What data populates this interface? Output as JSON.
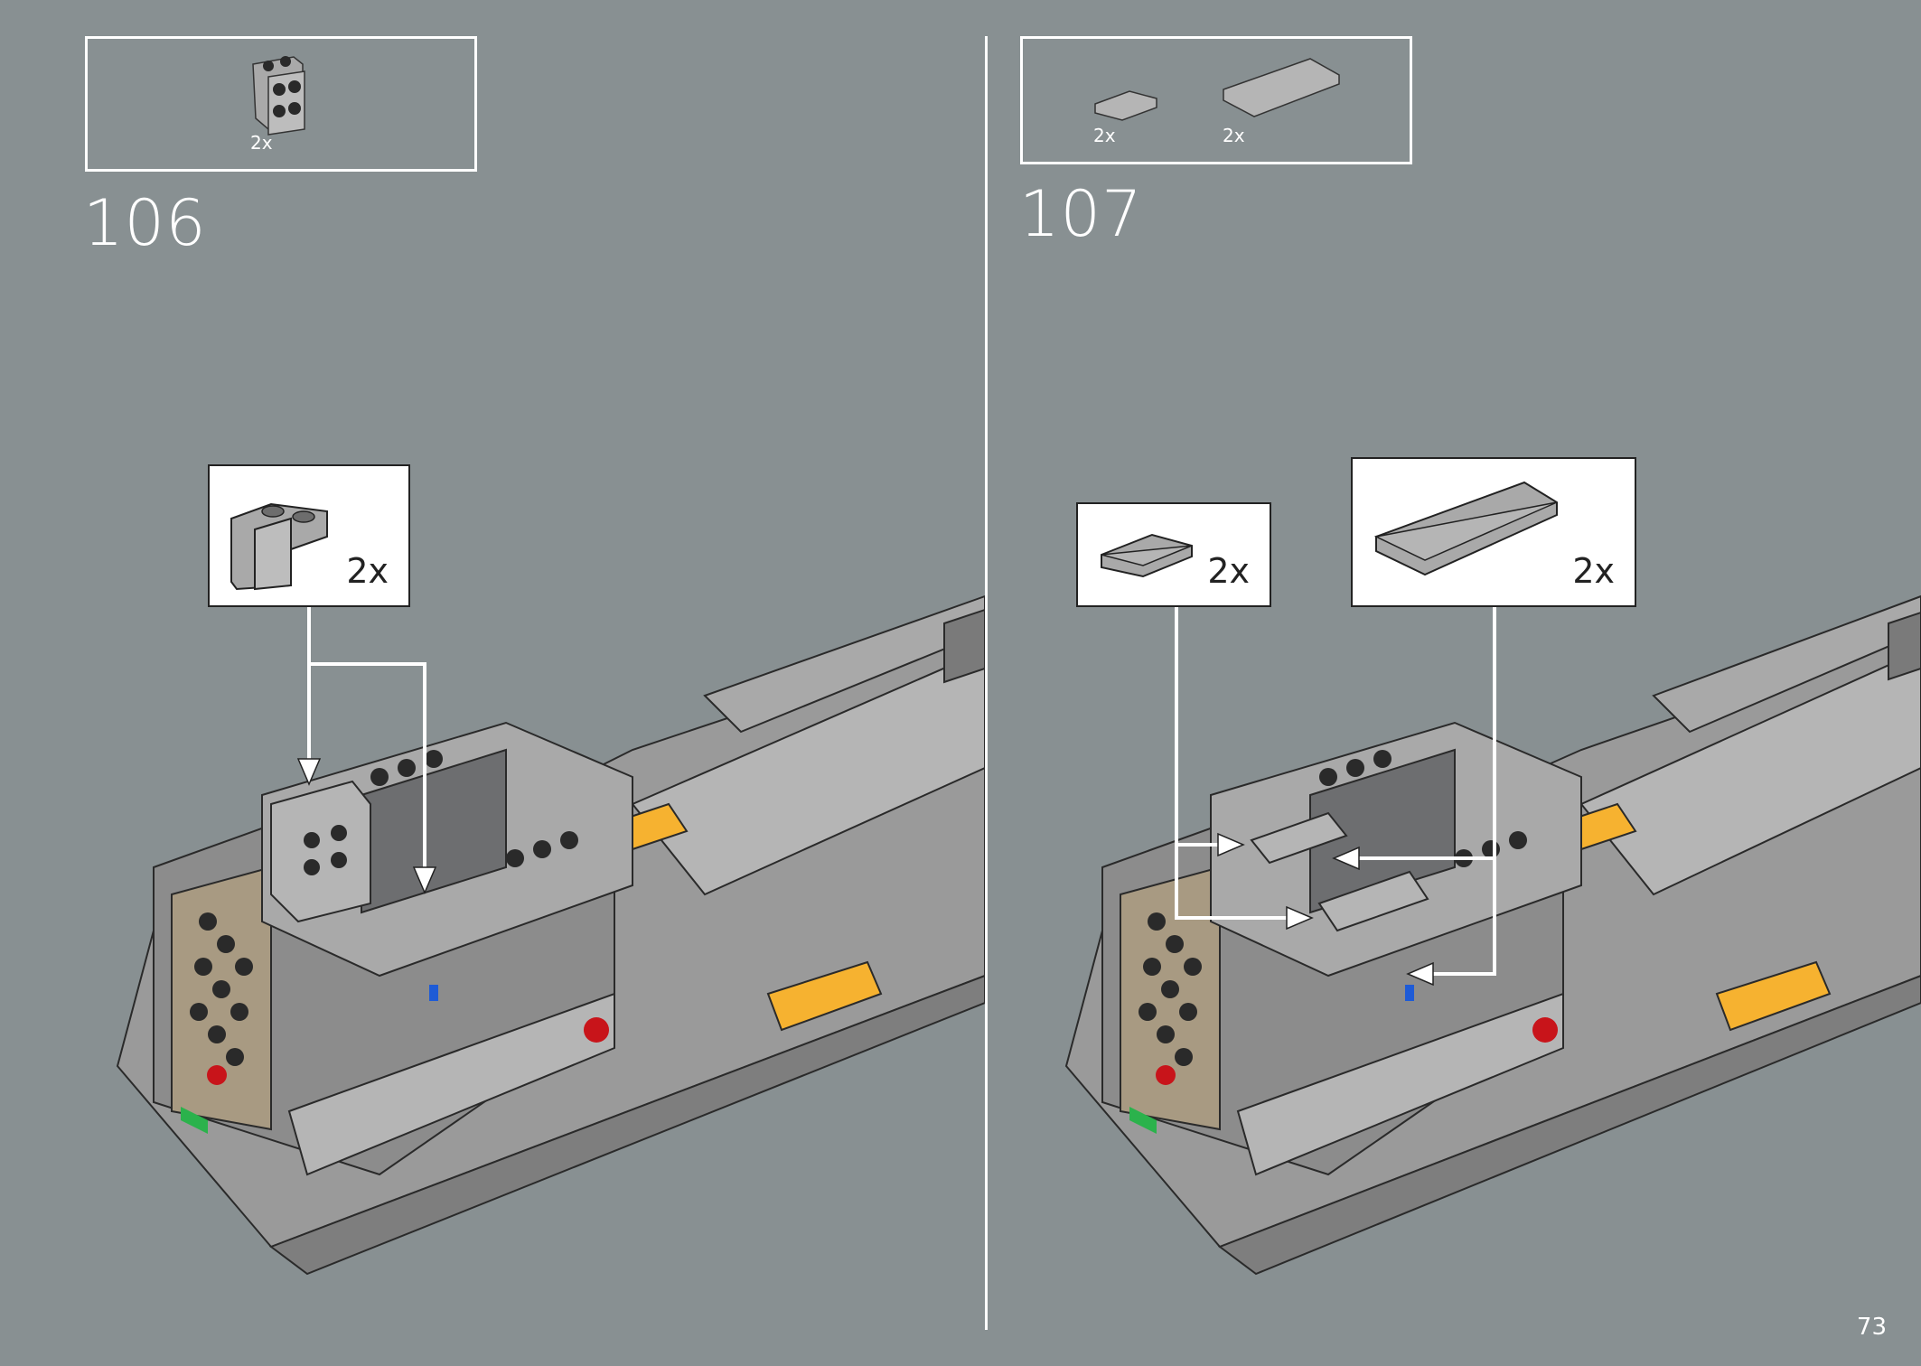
{
  "step_106": {
    "number": "106",
    "parts_list": [
      {
        "quantity": "2x",
        "part": "bracket-2x2-icon"
      }
    ],
    "callout": {
      "quantity": "2x",
      "part": "bracket-icon"
    }
  },
  "step_107": {
    "number": "107",
    "parts_list": [
      {
        "quantity": "2x",
        "part": "tile-1x2-icon"
      },
      {
        "quantity": "2x",
        "part": "tile-2x4-icon"
      }
    ],
    "callout_small": {
      "quantity": "2x",
      "part": "tile-1x2-icon"
    },
    "callout_large": {
      "quantity": "2x",
      "part": "tile-2x4-icon"
    }
  },
  "page": {
    "number": "73"
  },
  "colors": {
    "background": "#889092",
    "brick_gray": "#a9a9a9",
    "dark_stone": "#6d6e70",
    "tan": "#a89a82",
    "black": "#2a2a2a",
    "red": "#c8141a",
    "yellow": "#f6b230",
    "green": "#2bb24c",
    "blue": "#1e5bd6"
  }
}
